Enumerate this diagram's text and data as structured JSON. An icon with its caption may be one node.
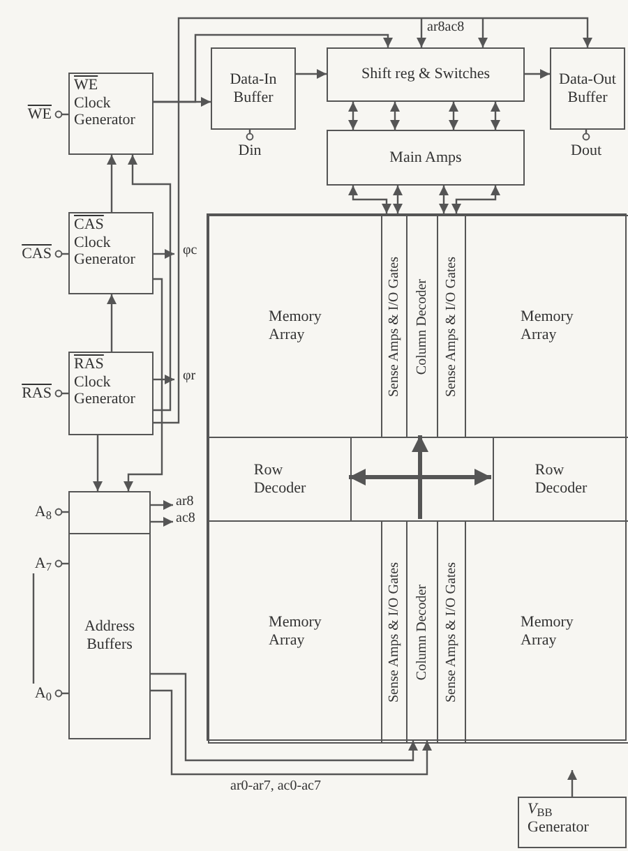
{
  "diagram": {
    "nodes": [
      {
        "text": [
          "Data-In Buffer"
        ]
      },
      {
        "text": [
          "Shift reg & Switches"
        ]
      },
      {
        "text": [
          "Data-Out Buffer"
        ]
      },
      {
        "text": [
          "WE",
          "Clock Generator"
        ]
      },
      {
        "text": [
          "WE"
        ]
      },
      {
        "text": [
          "Din"
        ]
      },
      {
        "text": [
          "Main Amps"
        ]
      },
      {
        "text": [
          "Dout"
        ]
      },
      {
        "text": [],
        "shape": "box"
      },
      {
        "text": [
          "Memory Array"
        ],
        "in": 8
      },
      {
        "text": [
          "Sense Amps & I/O Gates"
        ],
        "in": 8
      },
      {
        "text": [
          "Column Decoder"
        ],
        "in": 8
      },
      {
        "text": [
          "Sense Amps & I/O Gates"
        ],
        "in": 8
      },
      {
        "text": [
          "Memory Array"
        ],
        "in": 8
      },
      {
        "text": [
          "CAS",
          "Clock Generator"
        ]
      },
      {
        "text": [
          "CAS"
        ]
      },
      {
        "text": [
          "RAS",
          "Clock Generator"
        ]
      },
      {
        "text": [
          "RAS"
        ]
      },
      {
        "text": [
          "Row Decoder"
        ],
        "in": 8
      },
      {
        "text": [
          "Row Decoder"
        ],
        "in": 8
      },
      {
        "text": [],
        "shape": "box"
      },
      {
        "text": [
          "A$_{8}$"
        ]
      },
      {
        "text": [
          "Address Buffers"
        ]
      },
      {
        "text": [
          "A$_{7}$"
        ]
      },
      {
        "text": [
          "Memory Array"
        ],
        "in": 8
      },
      {
        "text": [
          "Sense Amps & I/O Gates"
        ],
        "in": 8
      },
      {
        "text": [
          "Column Decoder"
        ],
        "in": 8
      },
      {
        "text": [
          "Sense Amps & I/O Gates"
        ],
        "in": 8
      },
      {
        "text": [
          "Memory Array"
        ],
        "in": 8
      },
      {
        "text": [
          "A$_{0}$"
        ]
      },
      {
        "text": [
          "*V*$_{BB}$ Generator"
        ]
      }
    ],
    "edges": [
      {
        "from": 4,
        "to": 3,
        "arrow": "other"
      },
      {
        "from": 15,
        "to": 14,
        "arrow": "other"
      },
      {
        "from": 17,
        "to": 16,
        "arrow": "other"
      },
      {
        "from": 21,
        "to": 20,
        "arrow": "other"
      },
      {
        "from": 23,
        "to": 22,
        "arrow": "other"
      },
      {
        "from": 29,
        "to": 22,
        "arrow": "other"
      },
      {
        "from": 5,
        "to": 0,
        "arrow": "other"
      },
      {
        "from": 7,
        "to": 2,
        "arrow": "other"
      },
      {
        "from": 3,
        "to": 0,
        "arrow": "to"
      },
      {
        "from": 3,
        "to": 1,
        "arrow": "to"
      },
      {
        "from": 14,
        "to": 3,
        "arrow": "to"
      },
      {
        "from": 16,
        "to": 14,
        "arrow": "to"
      },
      {
        "from": 16,
        "to": 3,
        "arrow": "to"
      },
      {
        "from": 16,
        "to": 2,
        "arrow": "to"
      },
      {
        "from": 14,
        "to": null,
        "arrow": "to",
        "label": "φc"
      },
      {
        "from": 16,
        "to": null,
        "arrow": "to",
        "label": "φr"
      },
      {
        "from": 16,
        "to": 20,
        "arrow": "to"
      },
      {
        "from": 14,
        "to": 20,
        "arrow": "to"
      },
      {
        "from": 20,
        "to": null,
        "arrow": "to",
        "label": "ar8"
      },
      {
        "from": 20,
        "to": null,
        "arrow": "to",
        "label": "ac8"
      },
      {
        "from": null,
        "to": 1,
        "arrow": "to",
        "label": "ar8ac8"
      },
      {
        "from": null,
        "to": 1,
        "arrow": "to"
      },
      {
        "from": 1,
        "to": 6,
        "arrow": "both"
      },
      {
        "from": 1,
        "to": 6,
        "arrow": "both"
      },
      {
        "from": 1,
        "to": 6,
        "arrow": "both"
      },
      {
        "from": 1,
        "to": 6,
        "arrow": "both"
      },
      {
        "from": 6,
        "to": 10,
        "arrow": "both"
      },
      {
        "from": 6,
        "to": 10,
        "arrow": "both"
      },
      {
        "from": 6,
        "to": 12,
        "arrow": "both"
      },
      {
        "from": 6,
        "to": 12,
        "arrow": "both"
      },
      {
        "from": 0,
        "to": 1,
        "arrow": "to"
      },
      {
        "from": 1,
        "to": 2,
        "arrow": "to"
      },
      {
        "from": 18,
        "to": 19,
        "arrow": "both",
        "style": "thick"
      },
      {
        "from": 26,
        "to": 11,
        "arrow": "to",
        "style": "thick"
      },
      {
        "from": 22,
        "to": 26,
        "arrow": "to"
      },
      {
        "from": 22,
        "to": 26,
        "arrow": "to",
        "label": "ar0-ar7, ac0-ac7"
      },
      {
        "from": 30,
        "to": null,
        "arrow": "to"
      },
      {
        "from": 23,
        "to": 29,
        "arrow": "none"
      }
    ]
  }
}
